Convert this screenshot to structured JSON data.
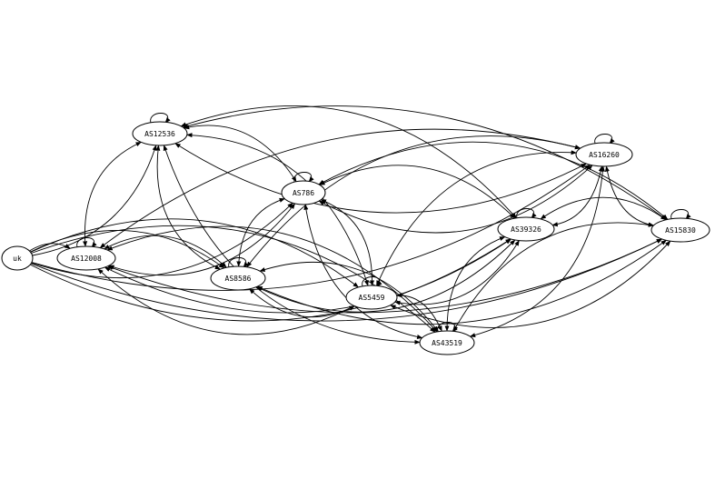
{
  "graph": {
    "nodes": [
      {
        "id": "uk",
        "label": "uk"
      },
      {
        "id": "AS12008",
        "label": "AS12008"
      },
      {
        "id": "AS12536",
        "label": "AS12536"
      },
      {
        "id": "AS786",
        "label": "AS786"
      },
      {
        "id": "AS8586",
        "label": "AS8586"
      },
      {
        "id": "AS5459",
        "label": "AS5459"
      },
      {
        "id": "AS43519",
        "label": "AS43519"
      },
      {
        "id": "AS39326",
        "label": "AS39326"
      },
      {
        "id": "AS16260",
        "label": "AS16260"
      },
      {
        "id": "AS15830",
        "label": "AS15830"
      }
    ],
    "self_loops": [
      "AS12008",
      "AS12536",
      "AS786",
      "AS8586",
      "AS5459",
      "AS43519",
      "AS39326",
      "AS16260",
      "AS15830"
    ],
    "edges": [
      {
        "from": "uk",
        "to": "AS12008",
        "direction": "forward"
      },
      {
        "from": "uk",
        "to": "AS12536",
        "direction": "forward"
      },
      {
        "from": "uk",
        "to": "AS786",
        "direction": "forward"
      },
      {
        "from": "uk",
        "to": "AS16260",
        "direction": "forward"
      },
      {
        "from": "uk",
        "to": "AS15830",
        "direction": "forward"
      },
      {
        "from": "uk",
        "to": "AS8586",
        "direction": "forward"
      },
      {
        "from": "uk",
        "to": "AS5459",
        "direction": "forward"
      },
      {
        "from": "uk",
        "to": "AS43519",
        "direction": "forward"
      },
      {
        "from": "uk",
        "to": "AS39326",
        "direction": "forward"
      },
      {
        "from": "AS12008",
        "to": "AS12536",
        "direction": "both"
      },
      {
        "from": "AS12008",
        "to": "AS786",
        "direction": "both"
      },
      {
        "from": "AS12008",
        "to": "AS8586",
        "direction": "both"
      },
      {
        "from": "AS12008",
        "to": "AS5459",
        "direction": "both"
      },
      {
        "from": "AS12008",
        "to": "AS43519",
        "direction": "both"
      },
      {
        "from": "AS12008",
        "to": "AS39326",
        "direction": "both"
      },
      {
        "from": "AS12008",
        "to": "AS16260",
        "direction": "both"
      },
      {
        "from": "AS12008",
        "to": "AS15830",
        "direction": "both"
      },
      {
        "from": "AS12536",
        "to": "AS786",
        "direction": "both"
      },
      {
        "from": "AS12536",
        "to": "AS8586",
        "direction": "both"
      },
      {
        "from": "AS12536",
        "to": "AS5459",
        "direction": "both"
      },
      {
        "from": "AS12536",
        "to": "AS43519",
        "direction": "both"
      },
      {
        "from": "AS12536",
        "to": "AS39326",
        "direction": "both"
      },
      {
        "from": "AS12536",
        "to": "AS16260",
        "direction": "both"
      },
      {
        "from": "AS12536",
        "to": "AS15830",
        "direction": "both"
      },
      {
        "from": "AS786",
        "to": "AS8586",
        "direction": "both"
      },
      {
        "from": "AS786",
        "to": "AS5459",
        "direction": "both"
      },
      {
        "from": "AS786",
        "to": "AS43519",
        "direction": "both"
      },
      {
        "from": "AS786",
        "to": "AS39326",
        "direction": "both"
      },
      {
        "from": "AS786",
        "to": "AS16260",
        "direction": "both"
      },
      {
        "from": "AS786",
        "to": "AS15830",
        "direction": "both"
      },
      {
        "from": "AS8586",
        "to": "AS5459",
        "direction": "both"
      },
      {
        "from": "AS8586",
        "to": "AS43519",
        "direction": "both"
      },
      {
        "from": "AS8586",
        "to": "AS39326",
        "direction": "both"
      },
      {
        "from": "AS8586",
        "to": "AS16260",
        "direction": "both"
      },
      {
        "from": "AS8586",
        "to": "AS15830",
        "direction": "both"
      },
      {
        "from": "AS5459",
        "to": "AS43519",
        "direction": "both"
      },
      {
        "from": "AS5459",
        "to": "AS39326",
        "direction": "both"
      },
      {
        "from": "AS5459",
        "to": "AS16260",
        "direction": "both"
      },
      {
        "from": "AS5459",
        "to": "AS15830",
        "direction": "both"
      },
      {
        "from": "AS43519",
        "to": "AS39326",
        "direction": "both"
      },
      {
        "from": "AS43519",
        "to": "AS16260",
        "direction": "both"
      },
      {
        "from": "AS43519",
        "to": "AS15830",
        "direction": "both"
      },
      {
        "from": "AS39326",
        "to": "AS16260",
        "direction": "both"
      },
      {
        "from": "AS39326",
        "to": "AS15830",
        "direction": "both"
      },
      {
        "from": "AS16260",
        "to": "AS15830",
        "direction": "both"
      }
    ]
  }
}
